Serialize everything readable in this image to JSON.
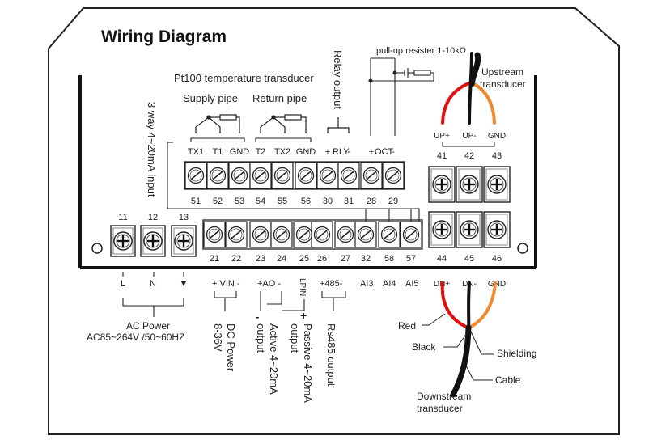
{
  "title": "Wiring Diagram",
  "pt100_label": "Pt100 temperature transducer",
  "supply_pipe": "Supply pipe",
  "return_pipe": "Return pipe",
  "relay_output": "Relay output",
  "pullup_label": "pull-up resister 1-10kΩ",
  "upstream": {
    "l1": "Upstream",
    "l2": "transducer"
  },
  "downstream": {
    "l1": "Downstream",
    "l2": "transducer"
  },
  "three_way_input": "3 way 4~20mA input",
  "top_terminals": [
    {
      "label": "TX1",
      "num": "51"
    },
    {
      "label": "T1",
      "num": "52"
    },
    {
      "label": "GND",
      "num": "53"
    },
    {
      "label": "T2",
      "num": "54"
    },
    {
      "label": "TX2",
      "num": "55"
    },
    {
      "label": "GND",
      "num": "56"
    },
    {
      "label": "+",
      "num": "30"
    },
    {
      "label": "-",
      "num": "31"
    },
    {
      "label": "+",
      "num": "28"
    },
    {
      "label": "-",
      "num": "29"
    }
  ],
  "rly_label": "RLY",
  "oct_label": "OCT",
  "up_terminals": [
    {
      "label": "UP+",
      "num": "41"
    },
    {
      "label": "UP-",
      "num": "42"
    },
    {
      "label": "GND",
      "num": "43"
    }
  ],
  "dn_terminals": [
    {
      "label": "DN+",
      "num": "44"
    },
    {
      "label": "DN-",
      "num": "45"
    },
    {
      "label": "GND",
      "num": "46"
    }
  ],
  "power_terminals": [
    {
      "num": "11",
      "label": "L"
    },
    {
      "num": "12",
      "label": "N"
    },
    {
      "num": "13",
      "label": "▼"
    }
  ],
  "bottom_nums": [
    "21",
    "22",
    "23",
    "24",
    "25",
    "26",
    "27",
    "32",
    "58",
    "57"
  ],
  "bottom_labels": {
    "vin": "+ VIN -",
    "ao": "+AO -",
    "lpin": "LPIN",
    "rs485": "+485-",
    "ai3": "AI3",
    "ai4": "AI4",
    "ai5": "AI5",
    "minus": "-",
    "plus": "+"
  },
  "ac_power": {
    "l1": "AC Power",
    "l2": "AC85~264V /50~60HZ"
  },
  "dc_power": {
    "l1": "DC Power",
    "l2": "8-36V"
  },
  "active_out": {
    "l1": "Active 4~20mA",
    "l2": "output"
  },
  "passive_out": {
    "l1": "Passive 4~20mA",
    "l2": "output"
  },
  "rs485_out": "Rs485 output",
  "cable_labels": {
    "red": "Red",
    "black": "Black",
    "shielding": "Shielding",
    "cable": "Cable"
  }
}
